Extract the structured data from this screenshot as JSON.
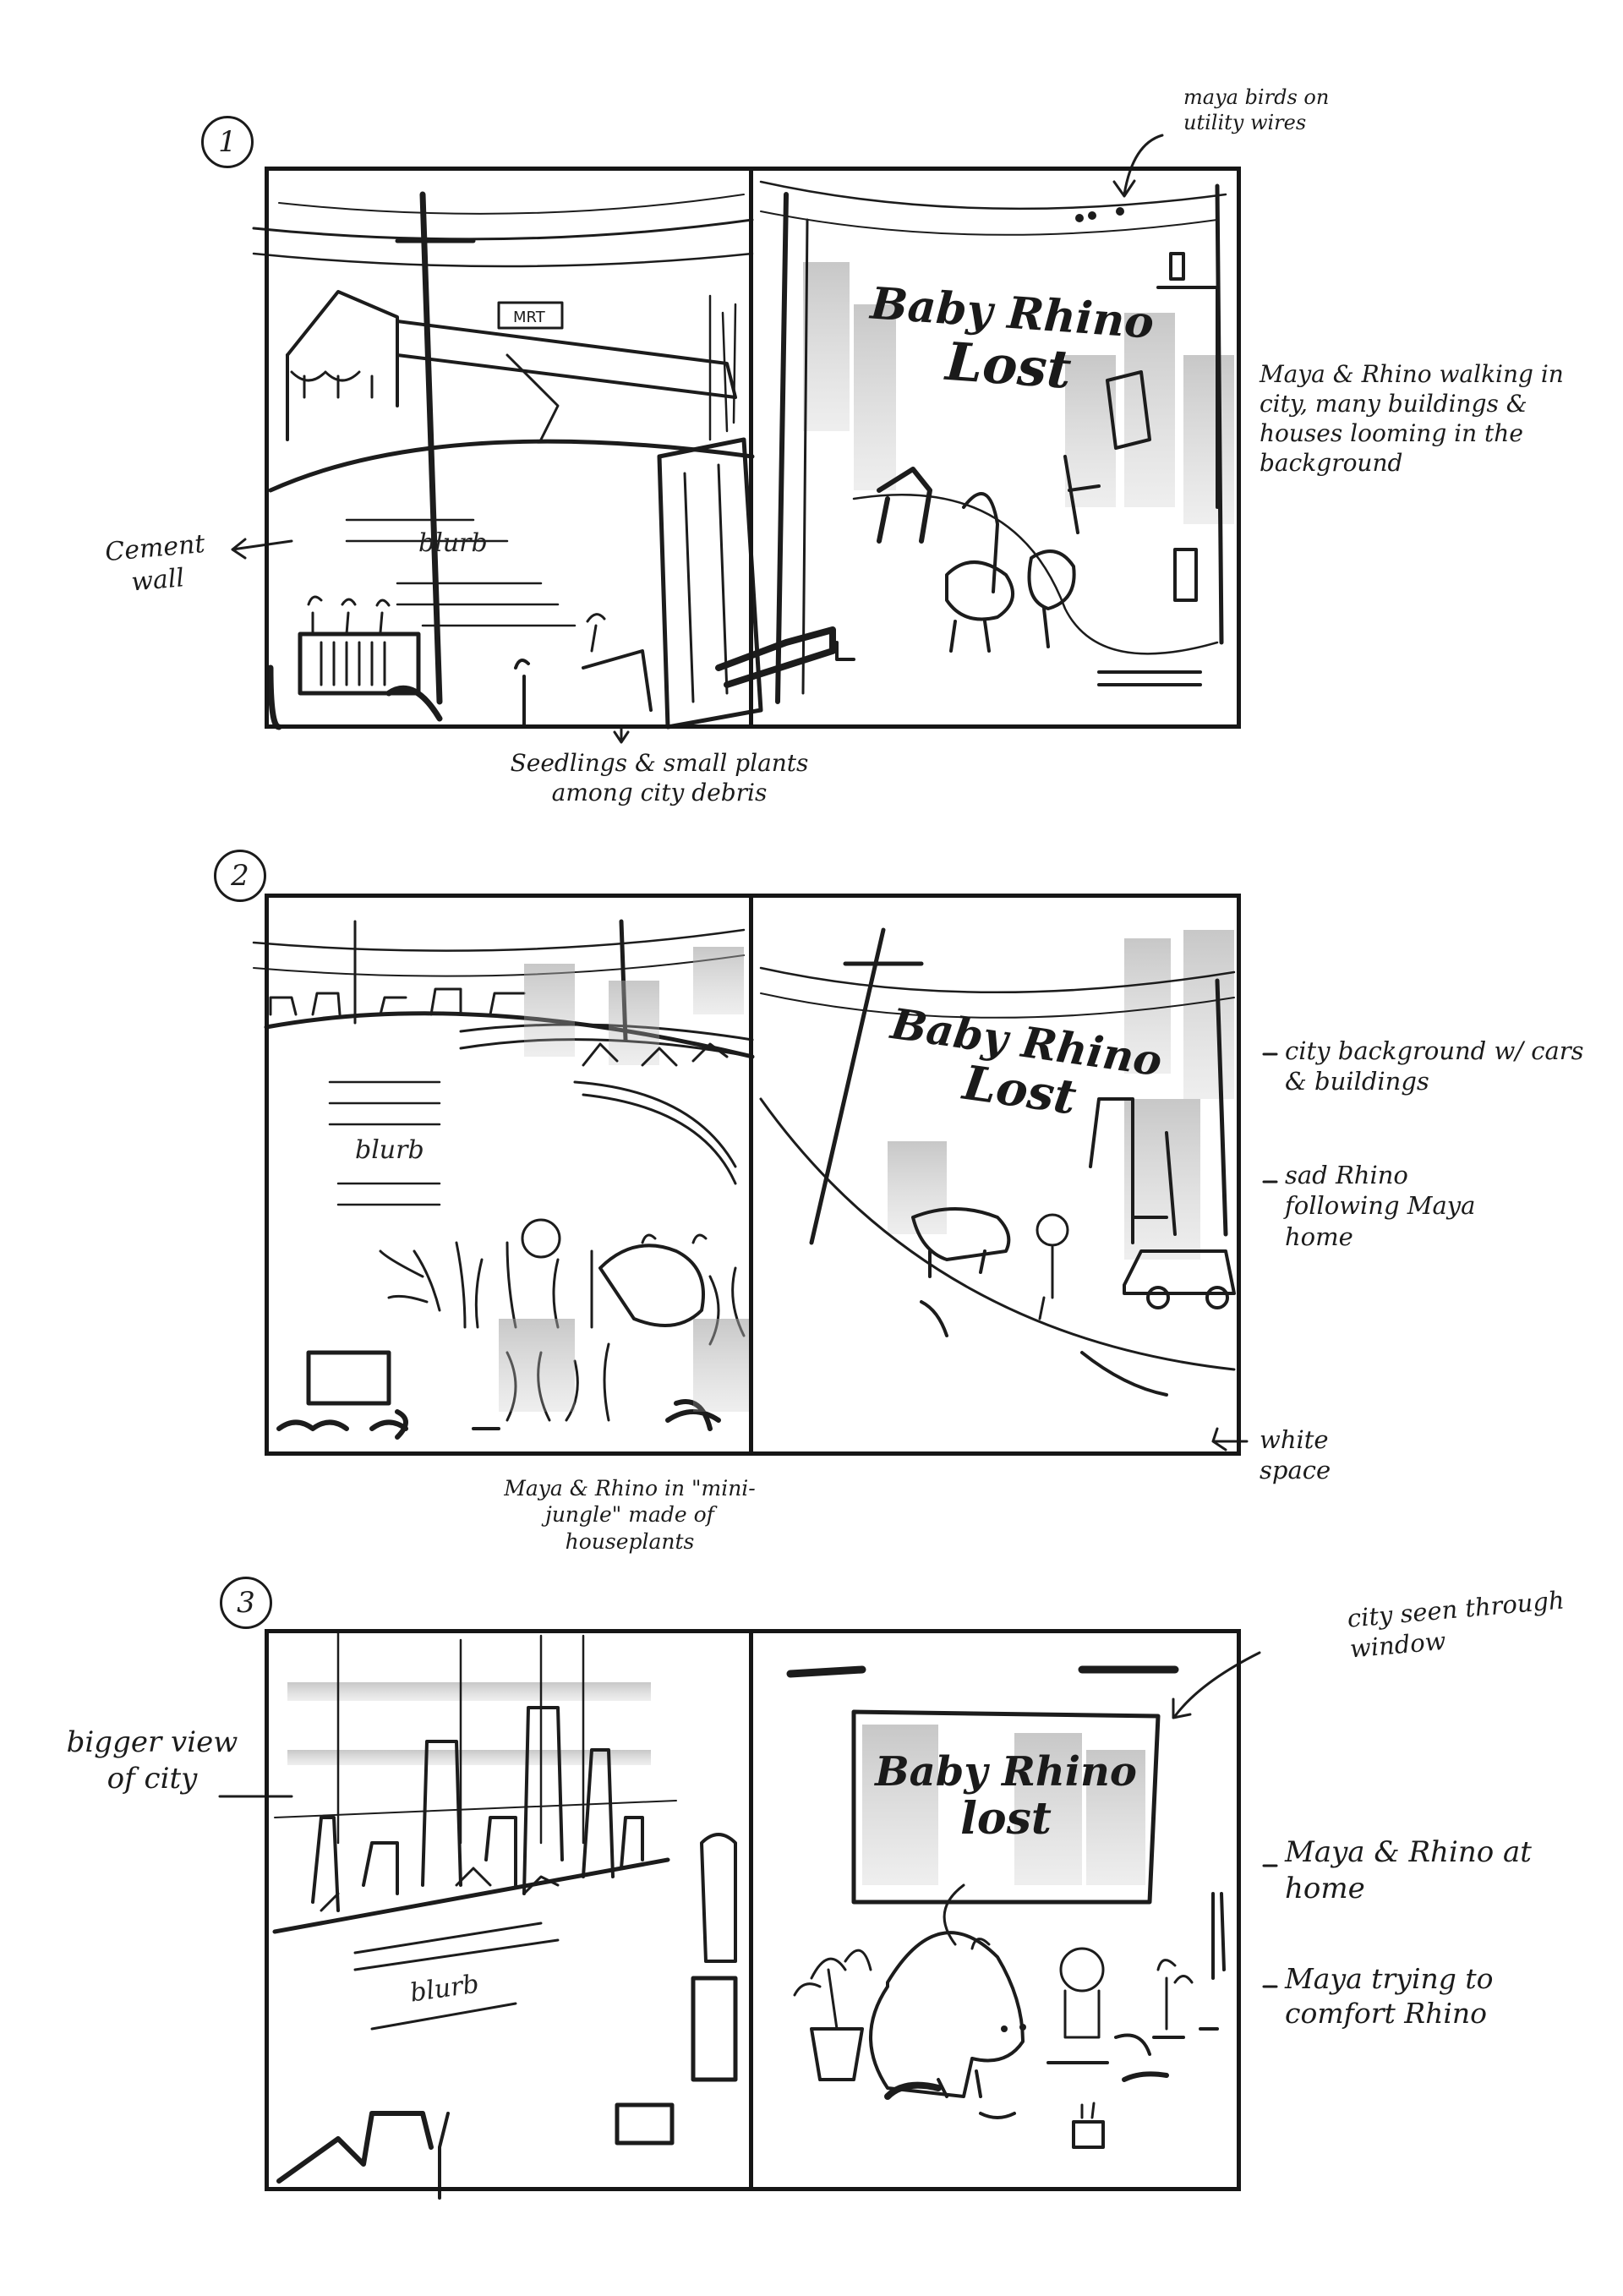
{
  "rows": [
    {
      "number": "1",
      "left_blurb": "blurb",
      "title_line1": "Baby Rhino",
      "title_line2": "Lost",
      "annotations": {
        "birds": "maya birds on utility wires",
        "walking": "Maya & Rhino walking in city, many buildings & houses looming in the background",
        "wall": "Cement wall",
        "seedlings": "Seedlings & small plants among city debris"
      }
    },
    {
      "number": "2",
      "left_blurb": "blurb",
      "title_line1": "Baby Rhino",
      "title_line2": "Lost",
      "annotations": {
        "city": "city background w/ cars & buildings",
        "sad": "sad Rhino following Maya home",
        "white_space": "white space",
        "jungle": "Maya & Rhino in \"mini-jungle\" made of houseplants"
      }
    },
    {
      "number": "3",
      "left_blurb": "blurb",
      "title_line1": "Baby Rhino",
      "title_line2": "lost",
      "annotations": {
        "window": "city seen through window",
        "bigger": "bigger view of city",
        "home": "Maya & Rhino at home",
        "comfort": "Maya trying to comfort Rhino"
      }
    }
  ],
  "colors": {
    "ink": "#161616",
    "graphite": "#8a8a8a",
    "paper": "#ffffff"
  }
}
